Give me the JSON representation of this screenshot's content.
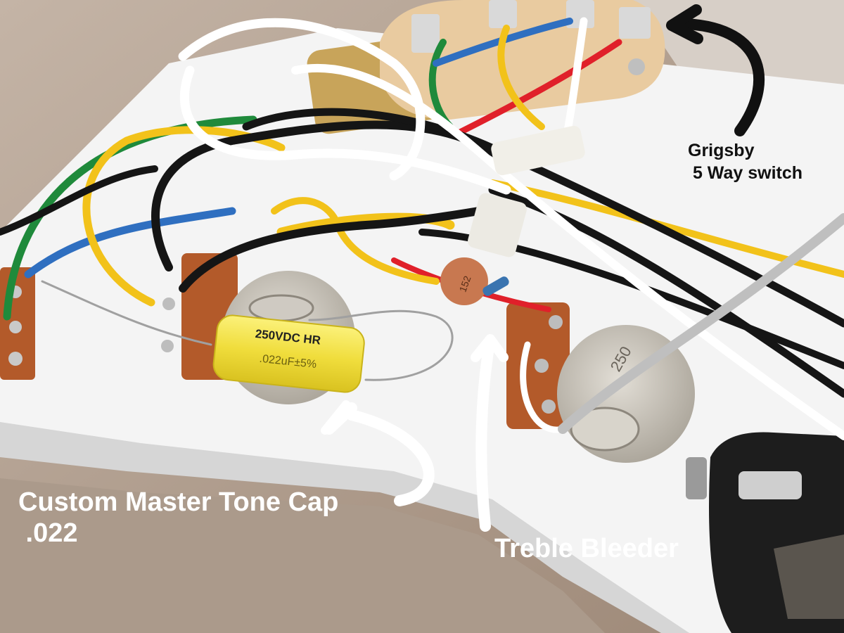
{
  "annotations": {
    "switch_label": "Grigsby\n 5 Way switch",
    "tone_cap_label": "Custom Master Tone Cap\n .022",
    "bleeder_label": "Treble Bleeder"
  },
  "capacitor": {
    "line1": "250VDC HR",
    "line2": ".022uF±5%"
  },
  "ceramic_cap_marking": "152",
  "pot_marking": "250",
  "colors": {
    "pickguard": "#f4f4f4",
    "wood": "#b09d8c",
    "wire_white": "#ffffff",
    "wire_black": "#151515",
    "wire_yellow": "#f2c21a",
    "wire_green": "#1f8a3b",
    "wire_blue": "#2f6fc0",
    "wire_red": "#e0202a",
    "wire_grey": "#bfbfbf",
    "pot_body": "#c7c2b8",
    "solder_lug": "#b35a2a",
    "cap_yellow": "#f2e24a",
    "ceramic_cap": "#c87850",
    "switch_body": "#e9cba0",
    "arrow_black": "#111111",
    "arrow_white": "#ffffff"
  }
}
